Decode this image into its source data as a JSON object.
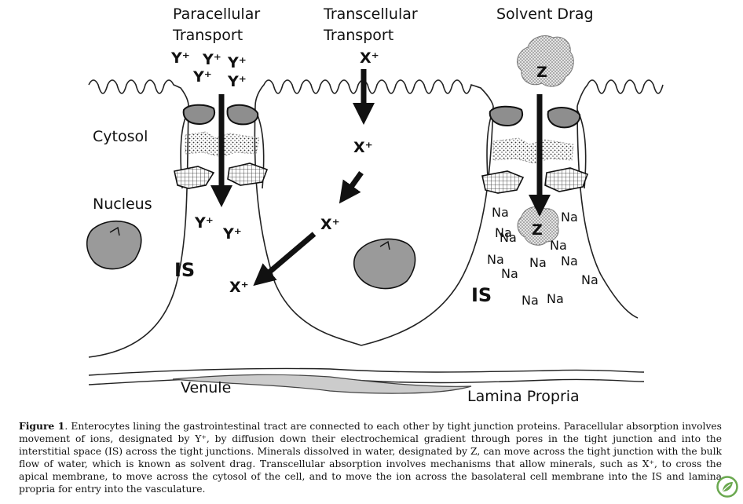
{
  "labels": {
    "paracellular_1": "Paracellular",
    "paracellular_2": "Transport",
    "transcellular_1": "Transcellular",
    "transcellular_2": "Transport",
    "solvent_drag": "Solvent Drag",
    "cytosol": "Cytosol",
    "nucleus": "Nucleus",
    "is_left": "IS",
    "is_right": "IS",
    "venule": "Venule",
    "lamina_propria": "Lamina Propria"
  },
  "ions": {
    "y_plus": "Y⁺",
    "x_plus": "X⁺",
    "z": "Z",
    "na": "Na"
  },
  "caption": {
    "figure_label": "Figure 1",
    "text": ". Enterocytes lining the gastrointestinal tract are connected to each other by tight junction proteins. Paracellular absorption involves movement of ions, designated by Y⁺, by diffusion down their electrochemical gradient through pores in the tight junction and into the interstitial space (IS) across the tight junctions. Minerals dissolved in water, designated by Z, can move across the tight junction with the bulk flow of water, which is known as solvent drag. Transcellular absorption involves mechanisms that allow minerals, such as X⁺, to cross the apical membrane, to move across the cytosol of the cell, and to move the ion across the basolateral cell membrane into the IS and lamina propria for entry into the vasculature."
  },
  "colors": {
    "nucleus_fill": "#9a9a9a",
    "logo_green": "#6aa84f"
  }
}
